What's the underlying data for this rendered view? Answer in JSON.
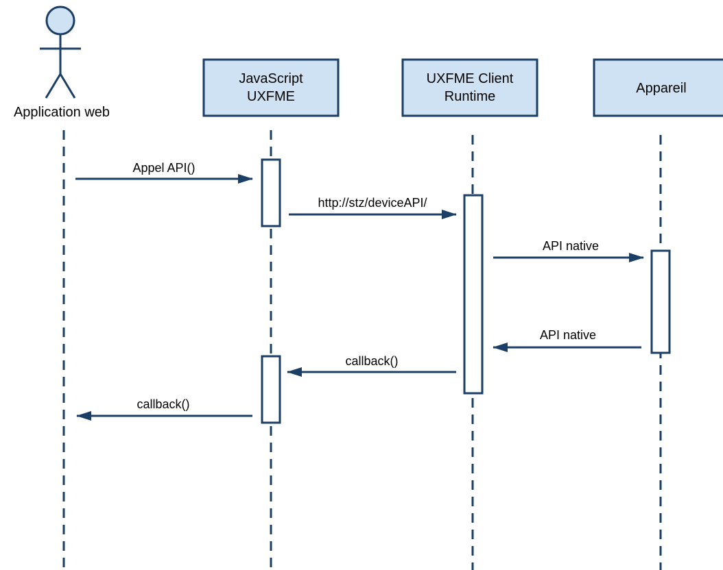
{
  "colors": {
    "line": "#1a3e66",
    "box_fill": "#cfe2f3",
    "activation_fill": "#ffffff",
    "text": "#000000"
  },
  "participants": {
    "actor": {
      "label": "Application web",
      "icon": "stick-figure-icon"
    },
    "js": {
      "line1": "JavaScript",
      "line2": "UXFME"
    },
    "runtime": {
      "line1": "UXFME Client",
      "line2": "Runtime"
    },
    "device": {
      "label": "Appareil"
    }
  },
  "messages": [
    {
      "label": "Appel API()",
      "from": "Application web",
      "to": "JavaScript UXFME"
    },
    {
      "label": "http://stz/deviceAPI/",
      "from": "JavaScript UXFME",
      "to": "UXFME Client Runtime"
    },
    {
      "label": "API native",
      "from": "UXFME Client Runtime",
      "to": "Appareil"
    },
    {
      "label": "API native",
      "from": "Appareil",
      "to": "UXFME Client Runtime"
    },
    {
      "label": "callback()",
      "from": "UXFME Client Runtime",
      "to": "JavaScript UXFME"
    },
    {
      "label": "callback()",
      "from": "JavaScript UXFME",
      "to": "Application web"
    }
  ]
}
